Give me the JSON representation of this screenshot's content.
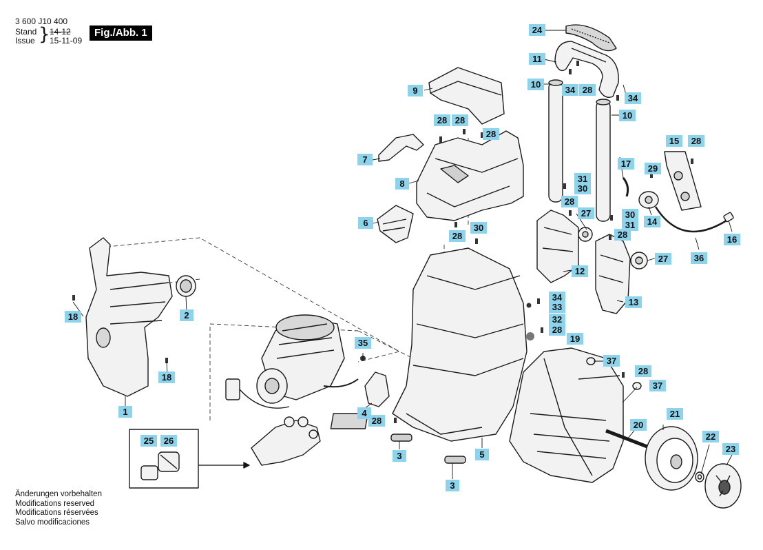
{
  "header": {
    "part_number": "3 600 J10 400",
    "stand_label": "Stand",
    "stand_value": "14-12",
    "issue_label": "Issue",
    "issue_value": "15-11-09",
    "figure_label": "Fig./Abb. 1"
  },
  "footer": {
    "lines": [
      "Änderungen vorbehalten",
      "Modifications reserved",
      "Modifications réservées",
      "Salvo modificaciones"
    ]
  },
  "callouts": [
    {
      "id": "c24",
      "label": "24"
    },
    {
      "id": "c11",
      "label": "11"
    },
    {
      "id": "c10a",
      "label": "10"
    },
    {
      "id": "c34a",
      "label": "34"
    },
    {
      "id": "c28a",
      "label": "28"
    },
    {
      "id": "c34b",
      "label": "34"
    },
    {
      "id": "c10b",
      "label": "10"
    },
    {
      "id": "c9",
      "label": "9"
    },
    {
      "id": "c28b",
      "label": "28"
    },
    {
      "id": "c28c",
      "label": "28"
    },
    {
      "id": "c28d",
      "label": "28"
    },
    {
      "id": "c7",
      "label": "7"
    },
    {
      "id": "c8",
      "label": "8"
    },
    {
      "id": "c15",
      "label": "15"
    },
    {
      "id": "c28e",
      "label": "28"
    },
    {
      "id": "c17",
      "label": "17"
    },
    {
      "id": "c29",
      "label": "29"
    },
    {
      "id": "c31a",
      "label": "31"
    },
    {
      "id": "c30a",
      "label": "30"
    },
    {
      "id": "c28f",
      "label": "28"
    },
    {
      "id": "c27a",
      "label": "27"
    },
    {
      "id": "c30b",
      "label": "30"
    },
    {
      "id": "c31b",
      "label": "31"
    },
    {
      "id": "c14",
      "label": "14"
    },
    {
      "id": "c16",
      "label": "16"
    },
    {
      "id": "c6",
      "label": "6"
    },
    {
      "id": "c28g",
      "label": "28"
    },
    {
      "id": "c30c",
      "label": "30"
    },
    {
      "id": "c28h",
      "label": "28"
    },
    {
      "id": "c27b",
      "label": "27"
    },
    {
      "id": "c36",
      "label": "36"
    },
    {
      "id": "c12",
      "label": "12"
    },
    {
      "id": "c13",
      "label": "13"
    },
    {
      "id": "c34c",
      "label": "34"
    },
    {
      "id": "c33",
      "label": "33"
    },
    {
      "id": "c32",
      "label": "32"
    },
    {
      "id": "c28i",
      "label": "28"
    },
    {
      "id": "c19",
      "label": "19"
    },
    {
      "id": "c18a",
      "label": "18"
    },
    {
      "id": "c2",
      "label": "2"
    },
    {
      "id": "c18b",
      "label": "18"
    },
    {
      "id": "c1",
      "label": "1"
    },
    {
      "id": "c35",
      "label": "35"
    },
    {
      "id": "c37a",
      "label": "37"
    },
    {
      "id": "c28j",
      "label": "28"
    },
    {
      "id": "c37b",
      "label": "37"
    },
    {
      "id": "c4",
      "label": "4"
    },
    {
      "id": "c28k",
      "label": "28"
    },
    {
      "id": "c20",
      "label": "20"
    },
    {
      "id": "c21",
      "label": "21"
    },
    {
      "id": "c22",
      "label": "22"
    },
    {
      "id": "c23",
      "label": "23"
    },
    {
      "id": "c25",
      "label": "25"
    },
    {
      "id": "c26",
      "label": "26"
    },
    {
      "id": "c3a",
      "label": "3"
    },
    {
      "id": "c5",
      "label": "5"
    },
    {
      "id": "c3b",
      "label": "3"
    }
  ],
  "colors": {
    "callout_fill": "#8ed3ec",
    "line": "#1a1a1a",
    "part_fill": "#f2f2f2",
    "part_shade": "#bdbdbd"
  }
}
